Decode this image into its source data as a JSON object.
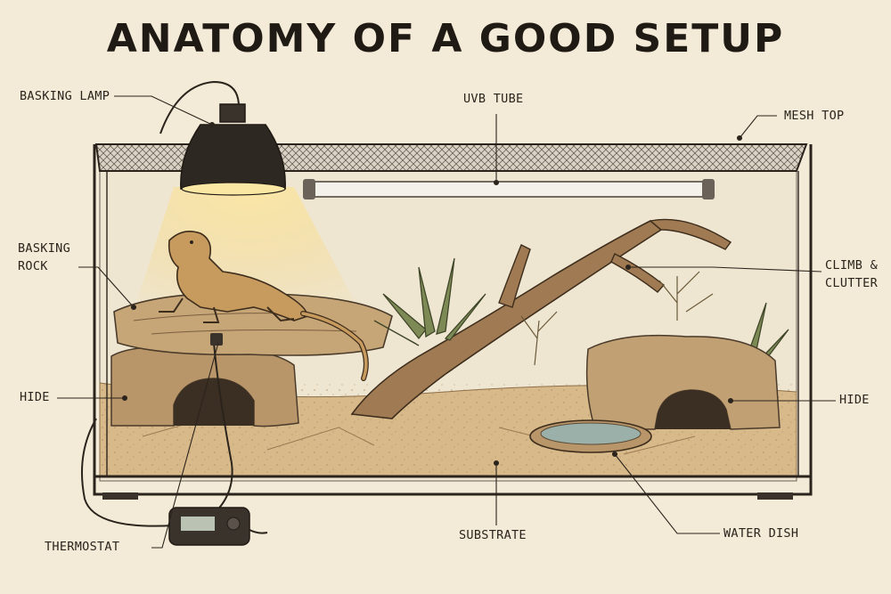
{
  "title": "ANATOMY OF A GOOD SETUP",
  "labels": {
    "basking_lamp": "BASKING LAMP",
    "uvb_tube": "UVB TUBE",
    "mesh_top": "MESH TOP",
    "basking_rock_1": "BASKING",
    "basking_rock_2": "ROCK",
    "climb_1": "CLIMB &",
    "climb_2": "CLUTTER",
    "hide_left": "HIDE",
    "hide_right": "HIDE",
    "thermostat": "THERMOSTAT",
    "substrate": "SUBSTRATE",
    "water_dish": "WATER DISH"
  },
  "colors": {
    "background": "#f3ead7",
    "ink": "#2b241c",
    "sand": "#d8b98a",
    "rock": "#b9956a",
    "lamp_glow": "#f6d98a",
    "branch": "#a07a52",
    "plant": "#6f7a4a"
  }
}
